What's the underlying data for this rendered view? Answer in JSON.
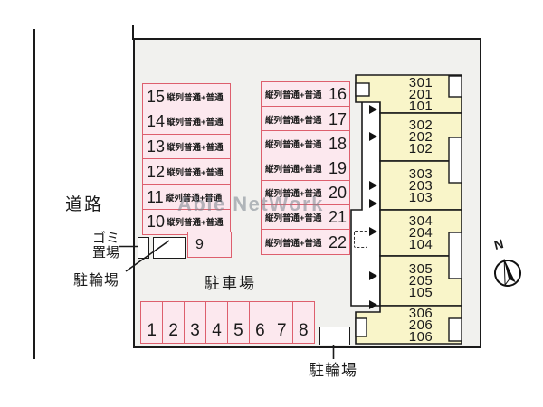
{
  "labels": {
    "road": "道路",
    "watermark": "Able NetWork",
    "parking_lot": "駐車場",
    "garbage_line1": "ゴミ",
    "garbage_line2": "置場",
    "bicycle_left": "駐輪場",
    "bicycle_bottom": "駐輪場",
    "compass_north": "N"
  },
  "parking": {
    "tandem_type": "縦列普通+普通",
    "left_column_numbers": [
      "15",
      "14",
      "13",
      "12",
      "11",
      "10"
    ],
    "right_column_numbers": [
      "16",
      "17",
      "18",
      "19",
      "20",
      "21",
      "22"
    ],
    "space_9": "9",
    "bottom_row_numbers": [
      "1",
      "2",
      "3",
      "4",
      "5",
      "6",
      "7",
      "8"
    ]
  },
  "building": {
    "units": [
      {
        "rooms": [
          "301",
          "201",
          "101"
        ]
      },
      {
        "rooms": [
          "302",
          "202",
          "102"
        ]
      },
      {
        "rooms": [
          "303",
          "203",
          "103"
        ]
      },
      {
        "rooms": [
          "304",
          "204",
          "104"
        ]
      },
      {
        "rooms": [
          "305",
          "205",
          "105"
        ]
      },
      {
        "rooms": [
          "306",
          "206",
          "106"
        ]
      }
    ]
  },
  "colors": {
    "site_fill": "#f1f1ee",
    "parking_fill": "#fce8ee",
    "parking_border": "#dd5f6d",
    "building_fill": "#f9f5c9",
    "outline": "#1a1a1a",
    "watermark_gray": "#7a838e"
  }
}
